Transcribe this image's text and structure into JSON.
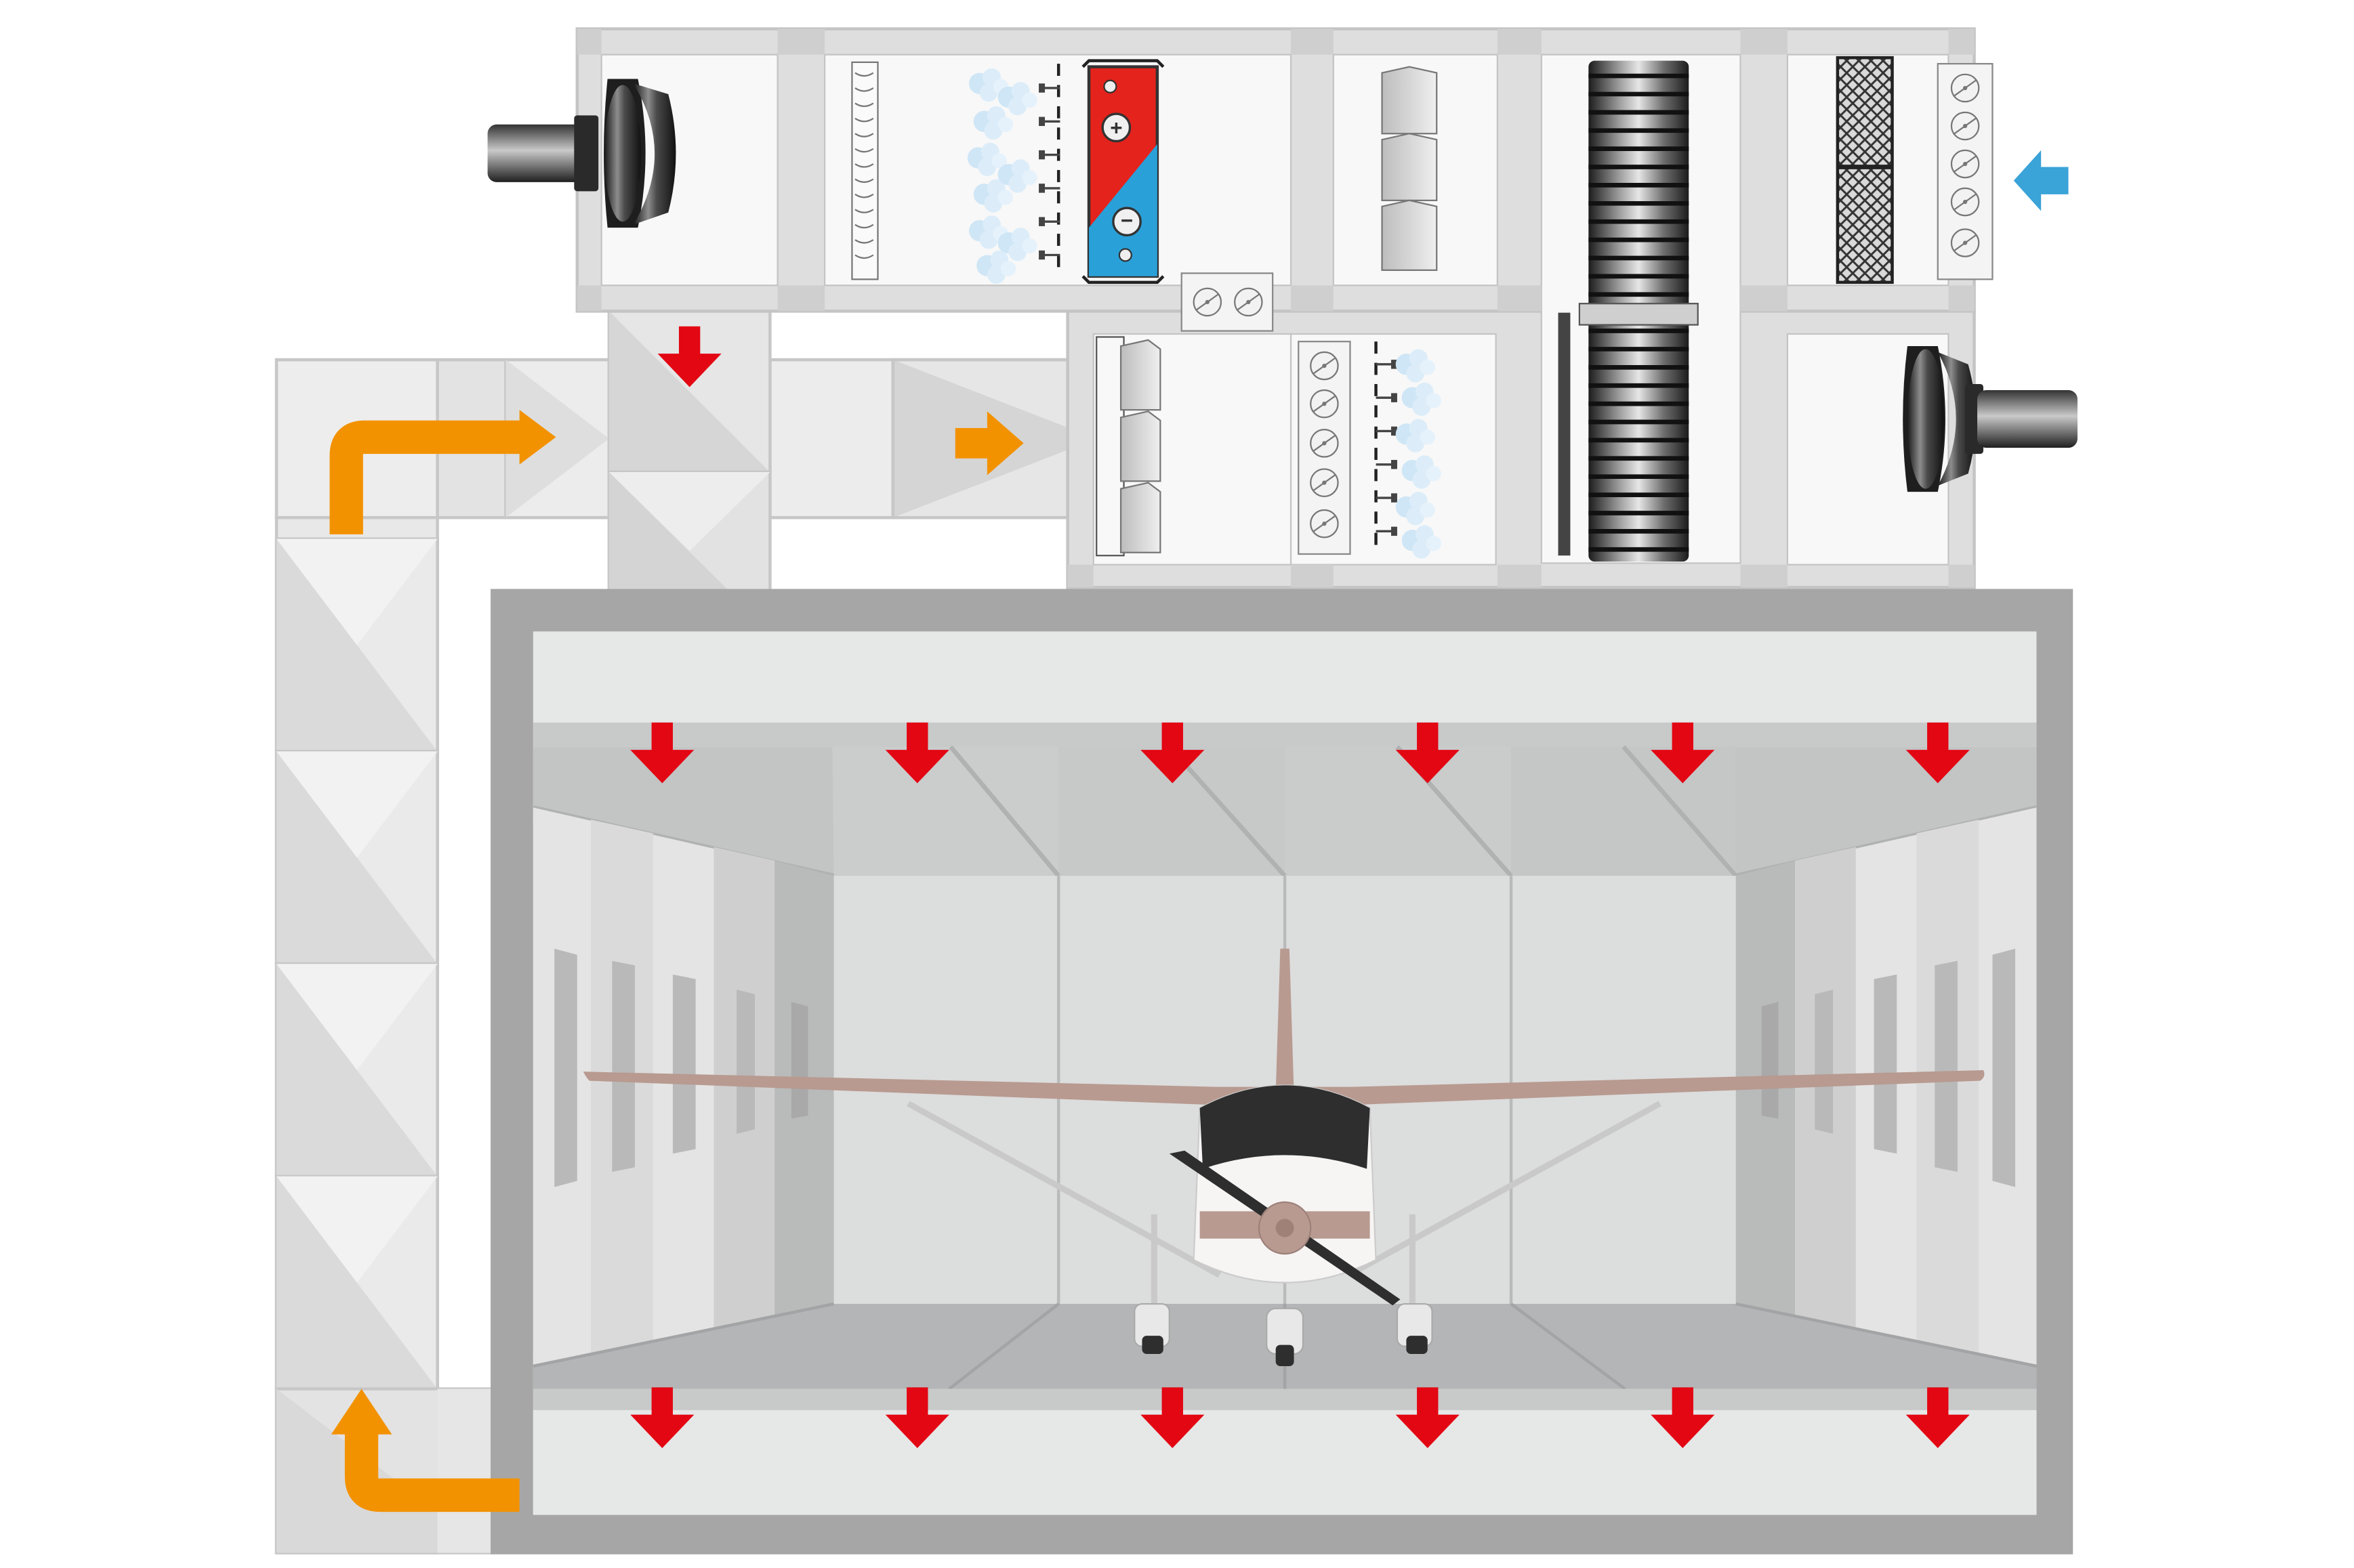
{
  "colors": {
    "background": "#ffffff",
    "ahu_frame": "#dcdcdc",
    "ahu_panel": "#f7f7f7",
    "duct_light": "#ececec",
    "duct_mid": "#d8d8d8",
    "booth_wall": "#a6a6a6",
    "booth_inner": "#e6e7e7",
    "booth_back": "#dcdddd",
    "booth_floor": "#b4b5b6",
    "supply_arrow": "#e30613",
    "return_arrow": "#f39200",
    "intake_arrow": "#3aa3d8",
    "aircraft_wing": "#b89a90",
    "aircraft_dark": "#2e2e2e",
    "heater_red": "#e3231c",
    "cooler_blue": "#2aa0d8"
  },
  "components": {
    "supply_fan": {
      "icon": "centrifugal-fan-icon"
    },
    "exhaust_fan": {
      "icon": "centrifugal-fan-icon"
    },
    "heat_exchanger": {
      "icon": "rotary-heat-wheel-icon"
    },
    "heater_cooler_coil": {
      "icon": "heating-cooling-coil-icon"
    },
    "humidifier": {
      "icon": "spray-humidifier-icon"
    },
    "filters": {
      "icon": "pocket-filter-icon"
    },
    "dampers": {
      "icon": "louver-damper-icon"
    },
    "spray_booth": {
      "icon": "aircraft-paint-booth-icon"
    },
    "aircraft": {
      "icon": "propeller-aircraft-icon"
    }
  },
  "airflow": {
    "supply_arrows": 6,
    "exhaust_arrows": 6,
    "return_arrows": 3,
    "intake_arrows": 1
  }
}
